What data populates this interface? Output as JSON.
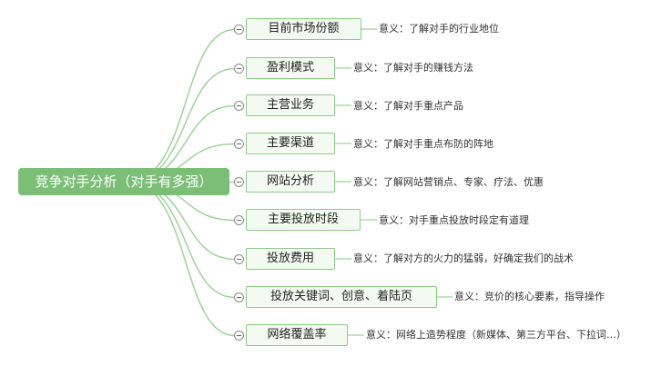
{
  "root": {
    "label": "竞争对手分析（对手有多强）"
  },
  "branches": [
    {
      "label": "目前市场份额",
      "note": "意义：了解对手的行业地位"
    },
    {
      "label": "盈利模式",
      "note": "意义：了解对手的赚钱方法"
    },
    {
      "label": "主营业务",
      "note": "意义：了解对手重点产品"
    },
    {
      "label": "主要渠道",
      "note": "意义：了解对手重点布防的阵地"
    },
    {
      "label": "网站分析",
      "note": "意义：了解网站营销点、专家、疗法、优惠"
    },
    {
      "label": "主要投放时段",
      "note": "意义：对手重点投放时段定有道理"
    },
    {
      "label": "投放费用",
      "note": "意义：了解对方的火力的猛弱，好确定我们的战术"
    },
    {
      "label": "投放关键词、创意、着陆页",
      "note": "意义：竞价的核心要素，指导操作"
    },
    {
      "label": "网络覆盖率",
      "note": "意义：网络上造势程度（新媒体、第三方平台、下拉词…）"
    }
  ],
  "colors": {
    "root_fill": "#7bbf76",
    "node_border": "#8fca88",
    "node_fill": "#f3faf1",
    "line": "#9fd29a"
  }
}
